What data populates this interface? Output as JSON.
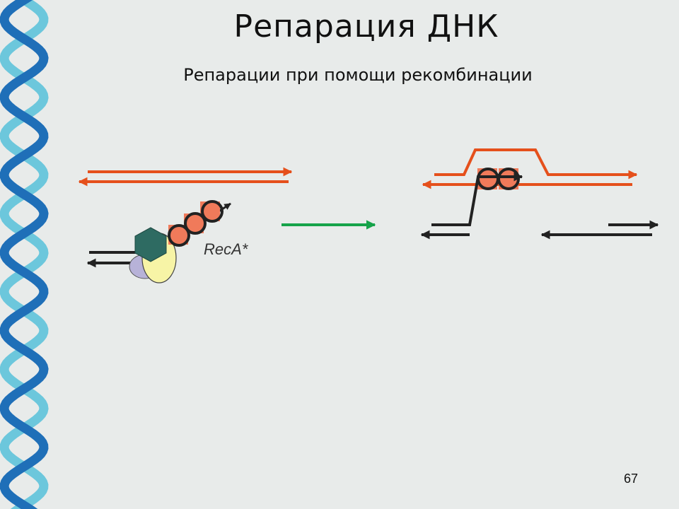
{
  "title": "Репарация ДНК",
  "subtitle": "Репарации при помощи рекомбинации",
  "protein_label": "RecA*",
  "page_number": "67",
  "colors": {
    "background": "#e8ebea",
    "dna_light": "#6cc7dc",
    "dna_dark": "#1f6fb8",
    "strand_red": "#e5501c",
    "strand_black": "#222222",
    "arrow_green": "#16a34a",
    "bead_fill": "#f07a5a",
    "hexagon": "#2e6b62",
    "yellow_blob": "#f7f4a6",
    "lavender_blob": "#b7b2d8"
  }
}
